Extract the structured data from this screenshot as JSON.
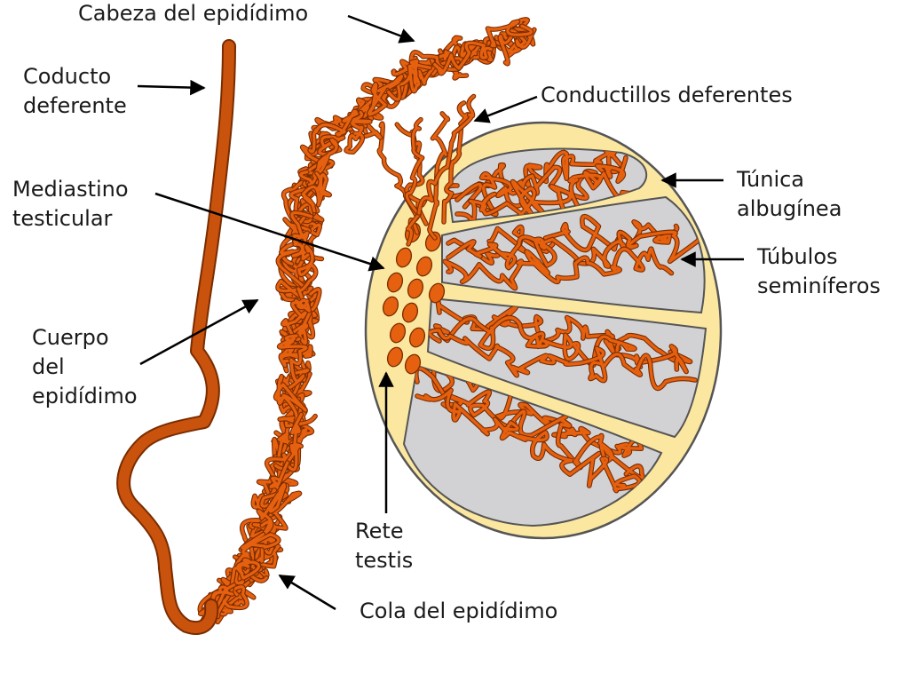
{
  "colors": {
    "duct": "#c9530d",
    "duct_outline": "#7a2c00",
    "tubule": "#e5600f",
    "tunica": "#fbe7a0",
    "lobule": "#d2d2d4",
    "outline": "#555555",
    "arrow": "#000000"
  },
  "labels": {
    "cabeza": [
      "Cabeza del epidídimo"
    ],
    "conducto": [
      "Coducto",
      "deferente"
    ],
    "conductillos": [
      "Conductillos deferentes"
    ],
    "mediastino": [
      "Mediastino",
      "testicular"
    ],
    "tunica": [
      "Túnica",
      "albugínea"
    ],
    "tubulos": [
      "Túbulos",
      "seminíferos"
    ],
    "cuerpo": [
      "Cuerpo",
      "del",
      "epidídimo"
    ],
    "rete": [
      "Rete",
      "testis"
    ],
    "cola": [
      "Cola del epidídimo"
    ]
  }
}
